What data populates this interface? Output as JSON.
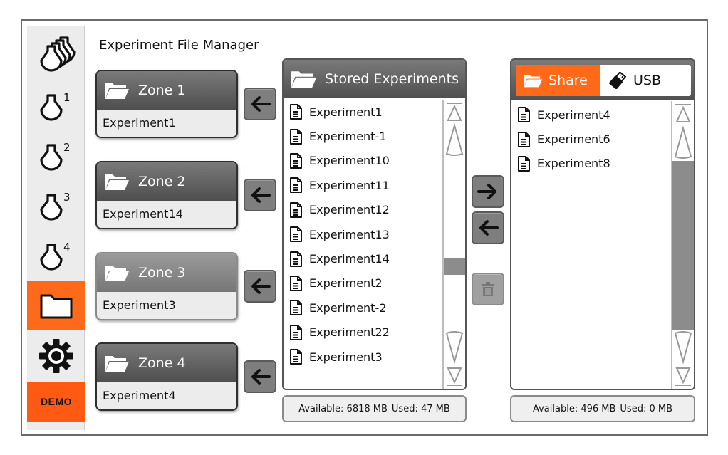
{
  "app": {
    "title": "Experiment File Manager"
  },
  "sidebar": {
    "items": [
      {
        "name": "all-zones",
        "label": "",
        "superscript": ""
      },
      {
        "name": "zone-1",
        "superscript": "1"
      },
      {
        "name": "zone-2",
        "superscript": "2"
      },
      {
        "name": "zone-3",
        "superscript": "3"
      },
      {
        "name": "zone-4",
        "superscript": "4"
      },
      {
        "name": "files",
        "superscript": ""
      },
      {
        "name": "settings",
        "superscript": ""
      }
    ],
    "demo_label": "DEMO",
    "active_color": "#ff6a1a"
  },
  "zones": [
    {
      "label": "Zone 1",
      "experiment": "Experiment1"
    },
    {
      "label": "Zone 2",
      "experiment": "Experiment14"
    },
    {
      "label": "Zone 3",
      "experiment": "Experiment3"
    },
    {
      "label": "Zone 4",
      "experiment": "Experiment4"
    }
  ],
  "stored": {
    "title": "Stored Experiments",
    "files": [
      "Experiment1",
      "Experiment-1",
      "Experiment10",
      "Experiment11",
      "Experiment12",
      "Experiment13",
      "Experiment14",
      "Experiment2",
      "Experiment-2",
      "Experiment22",
      "Experiment3"
    ],
    "status": {
      "available": "Available: 6818 MB",
      "used": "Used: 47 MB"
    }
  },
  "share": {
    "tabs": [
      {
        "label": "Share",
        "icon": "folder-open-icon",
        "active": true
      },
      {
        "label": "USB",
        "icon": "usb-icon",
        "active": false
      }
    ],
    "files": [
      "Experiment4",
      "Experiment6",
      "Experiment8"
    ],
    "status": {
      "available": "Available: 496 MB",
      "used": "Used: 0 MB"
    }
  },
  "colors": {
    "accent": "#ff6a1a",
    "header": "#5a5a5a",
    "button": "#7e7e7e"
  }
}
